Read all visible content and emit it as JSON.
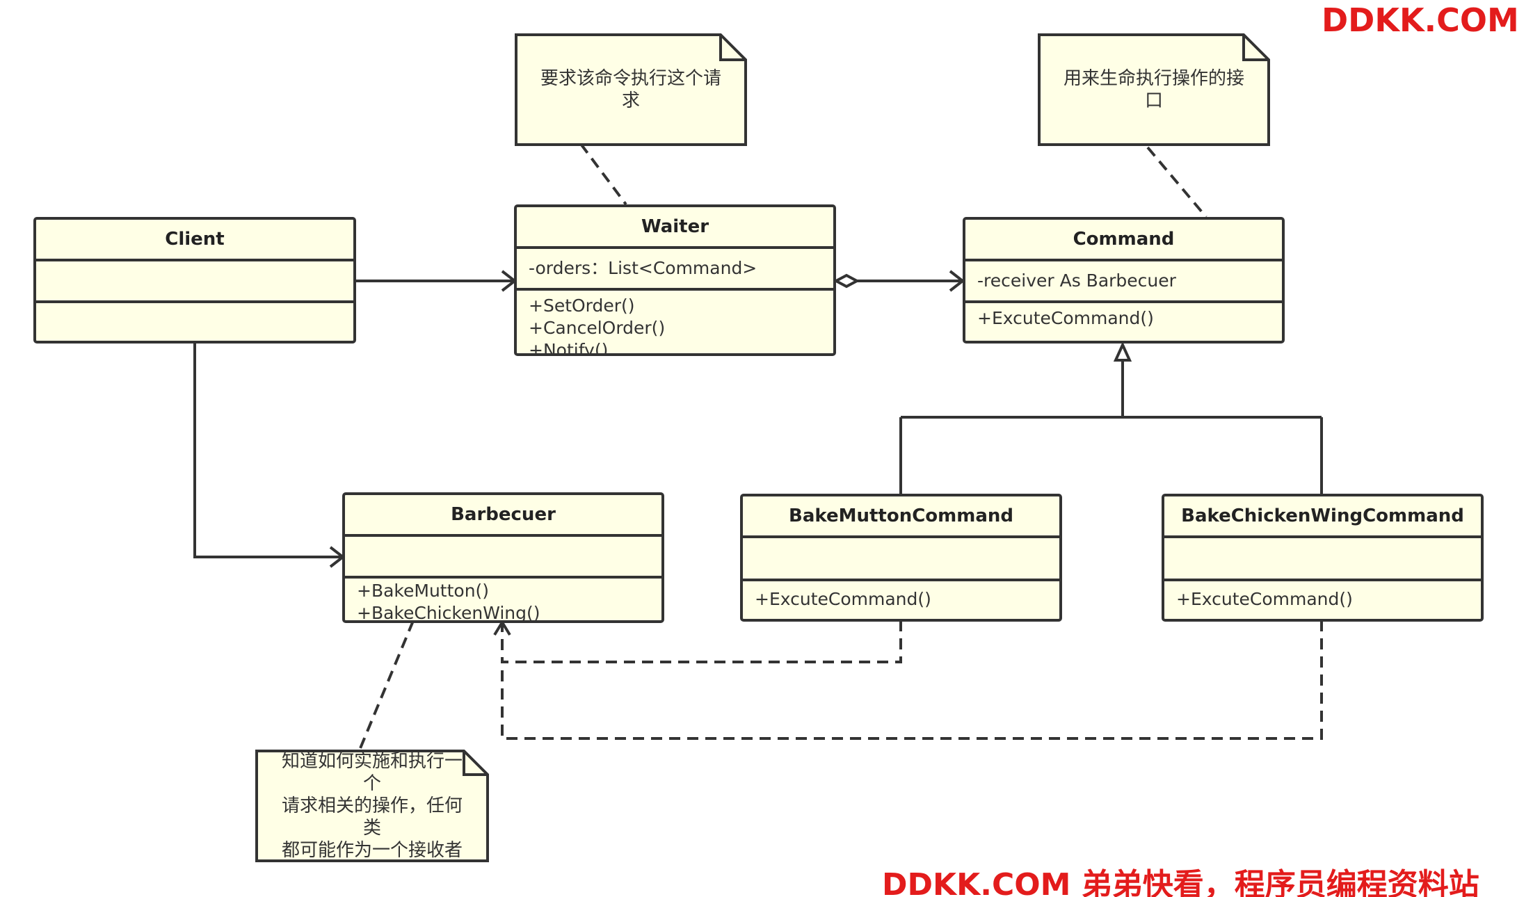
{
  "watermark": {
    "top": "DDKK.COM",
    "bottom": "DDKK.COM 弟弟快看，程序员编程资料站"
  },
  "classes": {
    "client": {
      "name": "Client",
      "attributes": [],
      "operations": []
    },
    "waiter": {
      "name": "Waiter",
      "attributes": [
        "-orders：List<Command>"
      ],
      "operations": [
        "+SetOrder()",
        "+CancelOrder()",
        "+Notify()"
      ]
    },
    "command": {
      "name": "Command",
      "attributes": [
        "-receiver As Barbecuer"
      ],
      "operations": [
        "+ExcuteCommand()"
      ]
    },
    "barbecuer": {
      "name": "Barbecuer",
      "attributes": [],
      "operations": [
        "+BakeMutton()",
        "+BakeChickenWing()"
      ]
    },
    "bake_mutton": {
      "name": "BakeMuttonCommand",
      "attributes": [],
      "operations": [
        "+ExcuteCommand()"
      ]
    },
    "bake_chicken": {
      "name": "BakeChickenWingCommand",
      "attributes": [],
      "operations": [
        "+ExcuteCommand()"
      ]
    }
  },
  "notes": {
    "waiter_note": "要求该命令执行这个请求",
    "command_note": "用来生命执行操作的接口",
    "barbecuer_note": "知道如何实施和执行一个\n请求相关的操作，任何类\n都可能作为一个接收者"
  },
  "colors": {
    "class_fill": "#ffffe6",
    "stroke": "#333333",
    "watermark": "#e31c1c"
  }
}
